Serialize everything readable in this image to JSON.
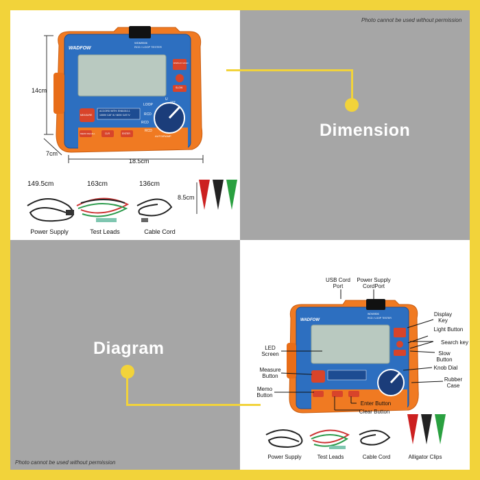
{
  "watermark_top": "Photo cannot be used without permission",
  "watermark_bottom": "Photo cannot be used without permission",
  "section_dimension": "Dimension",
  "section_diagram": "Diagram",
  "device": {
    "brand": "WADFOW",
    "model": "WDM9506",
    "subtitle": "RCD / LOOP TESTER",
    "measure_btn": "MEASURE",
    "memo_btn": "MEMO RECALL",
    "clr_btn": "CLR",
    "enter_btn": "ENTER",
    "display_btn": "DISPLAY HOLD",
    "slow_btn": "SLOW",
    "accord_line1": "ACCORD WITH: EN61010-1",
    "accord_line2": "1000V CAT III / 600V CAT IV",
    "dial_u": "U",
    "dial_loop": "LOOP",
    "dial_rcd1": "RCD",
    "dial_rcd2": "RCD",
    "dial_rcd3": "RCD",
    "dial_auto": "AUTO/RAMP",
    "dial_off": "OFF"
  },
  "dimensions": {
    "height": "14cm",
    "depth": "7cm",
    "width": "18.5cm",
    "power_supply_len": "149.5cm",
    "test_leads_len": "163cm",
    "cable_cord_len": "136cm",
    "clip_len": "8.5cm"
  },
  "accessories": {
    "power_supply": "Power Supply",
    "test_leads": "Test Leads",
    "cable_cord": "Cable Cord",
    "alligator_clips": "Alligator Clips"
  },
  "callouts": {
    "usb_port": "USB Cord Port",
    "power_port": "Power Supply CordPort",
    "display_key": "Display Key",
    "light_button": "Light Button",
    "search_key": "Search key",
    "slow_button": "Slow Button",
    "knob_dial": "Knob Dial",
    "rubber_case": "Rubber Case",
    "led_screen": "LED Screen",
    "measure_button": "Measure Button",
    "memo_button": "Memo Button",
    "enter_button": "Enter Button",
    "clear_button": "Clear Button"
  },
  "colors": {
    "accent_yellow": "#f2d33a",
    "device_blue": "#2d6fc0",
    "case_orange": "#f07a22",
    "screen": "#b9c9c0",
    "button_red": "#d8442a"
  }
}
